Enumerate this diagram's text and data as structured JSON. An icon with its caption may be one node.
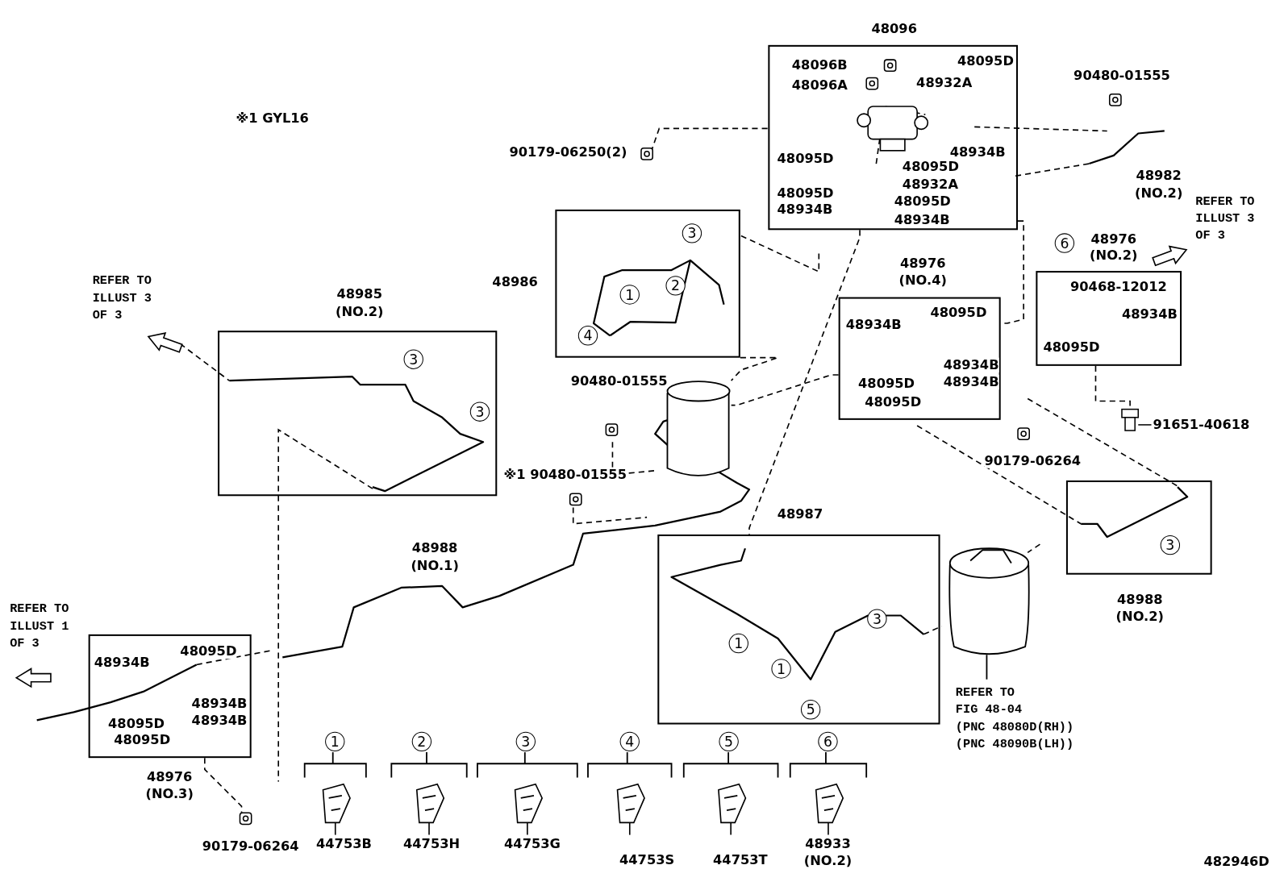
{
  "diagram": {
    "nodes": [
      {
        "text": [
          "48096",
          "48096B",
          "48095D",
          "48096A",
          "48932A",
          "48934B",
          "48095D",
          "48095D",
          "48932A",
          "48095D",
          "48095D",
          "48934B",
          "48934B"
        ]
      },
      {
        "text": [
          "48986",
          "3",
          "1",
          "2",
          "4"
        ]
      },
      {
        "text": [
          "48985",
          "(NO.2)",
          "3",
          "3"
        ]
      },
      {
        "text": [
          "48976",
          "(NO.4)",
          "48934B",
          "48095D",
          "48934B",
          "48095D",
          "48934B",
          "48095D"
        ]
      },
      {
        "text": [
          "48976",
          "(NO.2)",
          "90468-12012",
          "48934B",
          "48095D"
        ]
      },
      {
        "text": [
          "48988",
          "(NO.2)",
          "3"
        ]
      },
      {
        "text": [
          "48987",
          "3",
          "1",
          "1",
          "5"
        ]
      },
      {
        "text": [
          "48976",
          "(NO.3)",
          "48934B",
          "48095D",
          "48934B",
          "48095D",
          "48934B",
          "48095D"
        ]
      },
      {
        "text": [],
        "shape": "cylinder"
      },
      {
        "text": [],
        "shape": "picture"
      },
      {
        "text": [],
        "shape": "picture"
      }
    ],
    "edges": [
      {
        "from": 0,
        "to": 6,
        "arrow": "none",
        "style": "dashed"
      },
      {
        "from": 0,
        "to": 3,
        "arrow": "none",
        "style": "dashed"
      },
      {
        "from": 3,
        "to": 8,
        "arrow": "none",
        "style": "dashed"
      },
      {
        "from": 1,
        "to": 8,
        "arrow": "none",
        "style": "dashed"
      },
      {
        "from": 4,
        "to": 9,
        "arrow": "none",
        "style": "dashed"
      },
      {
        "from": 7,
        "to": 10,
        "arrow": "none",
        "style": "dashed"
      }
    ],
    "labels": [
      "※1 GYL16",
      "90179-06250(2)",
      "90480-01555",
      "48982",
      "(NO.2)",
      "REFER TO ILLUST 3 OF 3",
      "6",
      "REFER TO ILLUST 3 OF 3",
      "90480-01555",
      "91651-40618",
      "※1 90480-01555",
      "90179-06264",
      "48988",
      "(NO.1)",
      "REFER TO ILLUST 1 OF 3",
      "REFER TO FIG 48-04",
      "(PNC 48080D(RH)) (PNC 48090B(LH))",
      "1",
      "2",
      "3",
      "4",
      "5",
      "6",
      "44753B",
      "44753H",
      "44753G",
      "44753S",
      "44753T",
      "48933",
      "(NO.2)",
      "90179-06264",
      "482946D"
    ]
  }
}
